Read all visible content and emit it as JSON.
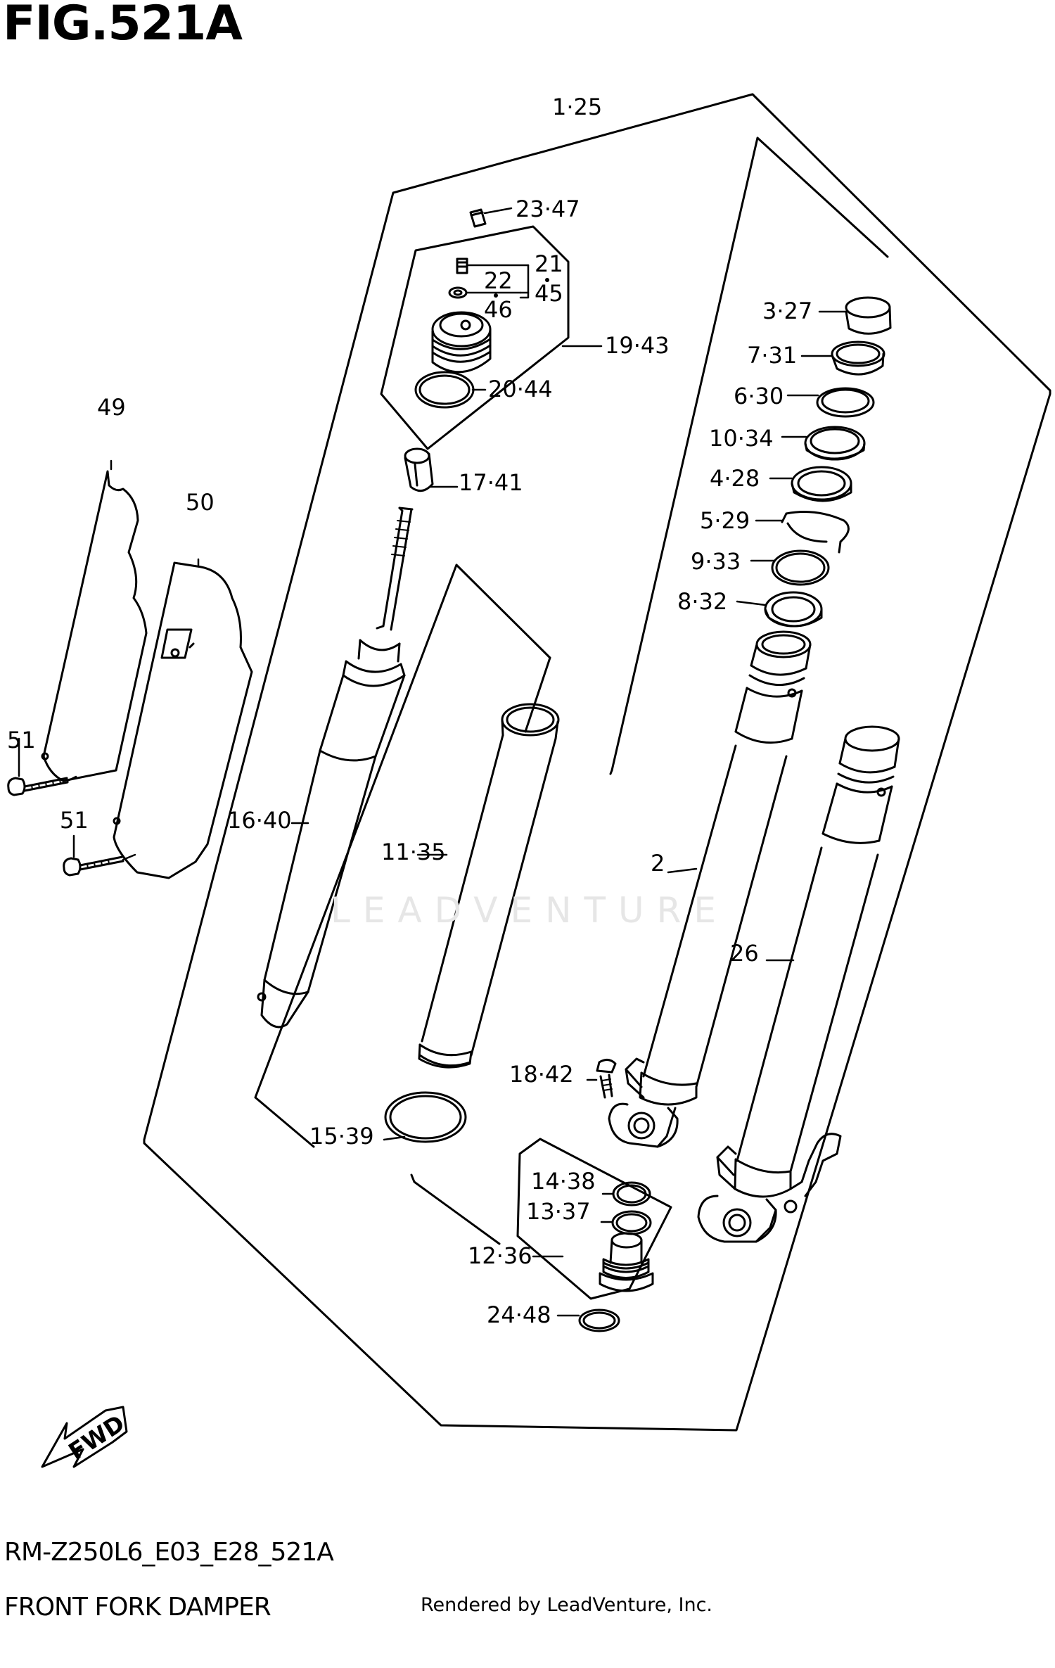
{
  "figure": {
    "title": "FIG.521A",
    "code": "RM-Z250L6_E03_E28_521A",
    "name": "FRONT FORK DAMPER",
    "rendered_by": "Rendered by LeadVenture, Inc.",
    "watermark": "LEADVENTURE",
    "fwd_label": "FWD"
  },
  "callouts": {
    "c1_25": "1·25",
    "c23_47": "23·47",
    "c21": "21",
    "c22": "22",
    "c45": "45",
    "c46": "46",
    "c19_43": "19·43",
    "c20_44": "20·44",
    "c3_27": "3·27",
    "c7_31": "7·31",
    "c6_30": "6·30",
    "c10_34": "10·34",
    "c4_28": "4·28",
    "c5_29": "5·29",
    "c9_33": "9·33",
    "c8_32": "8·32",
    "c17_41": "17·41",
    "c49": "49",
    "c50": "50",
    "c51a": "51",
    "c51b": "51",
    "c16_40": "16·40",
    "c11_35": "11·35",
    "c2": "2",
    "c26": "26",
    "c18_42": "18·42",
    "c15_39": "15·39",
    "c14_38": "14·38",
    "c13_37": "13·37",
    "c12_36": "12·36",
    "c24_48": "24·48"
  }
}
